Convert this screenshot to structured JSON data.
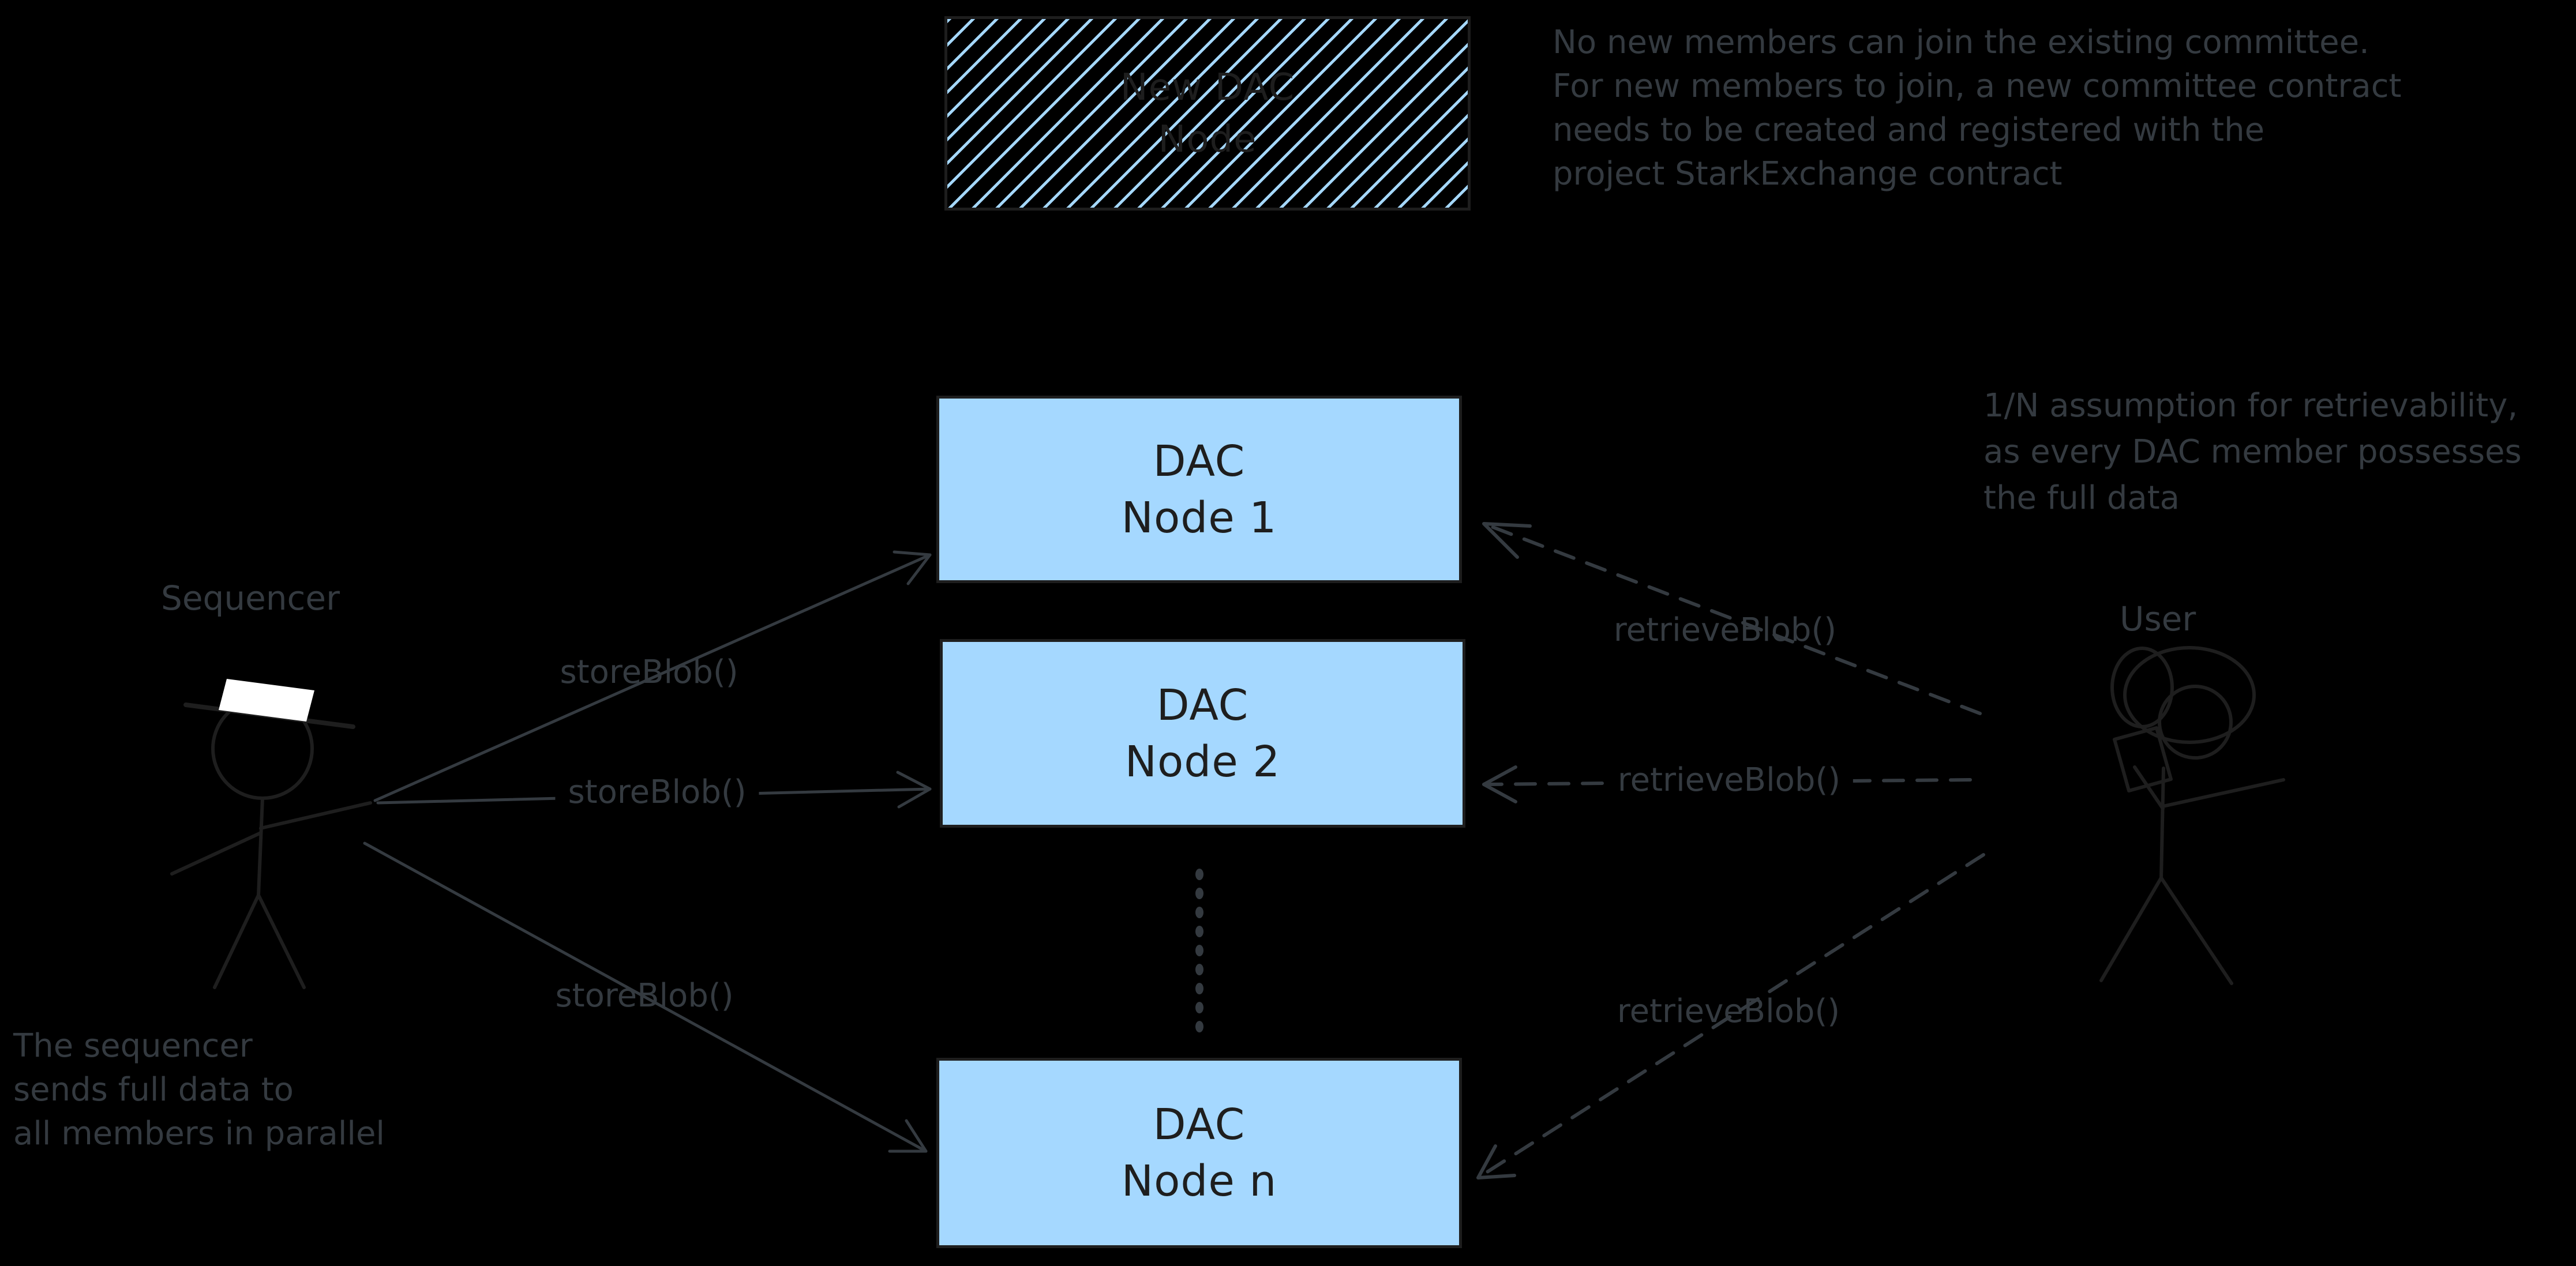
{
  "colors": {
    "background": "#000000",
    "node_fill": "#a5d8ff",
    "node_border": "#1e1e1e",
    "annotation_ink": "#343a40",
    "figure_ink": "#1e1e1e",
    "hat_fill": "#ffffff"
  },
  "boxes": {
    "new_dac_node": {
      "line1": "New DAC",
      "line2": "Node"
    },
    "dac_node_1": {
      "line1": "DAC",
      "line2": "Node 1"
    },
    "dac_node_2": {
      "line1": "DAC",
      "line2": "Node 2"
    },
    "dac_node_n": {
      "line1": "DAC",
      "line2": "Node n"
    }
  },
  "actors": {
    "sequencer": {
      "label": "Sequencer"
    },
    "user": {
      "label": "User"
    }
  },
  "edge_labels": {
    "store_blob": "storeBlob()",
    "retrieve_blob": "retrieveBlob()"
  },
  "notes": {
    "committee": [
      "No new members can join the existing committee.",
      "For new members to join, a new committee contract",
      "needs to be created and registered with the",
      "project StarkExchange contract"
    ],
    "retrievability": [
      "1/N assumption for retrievability,",
      "as every DAC member possesses",
      "the full data"
    ],
    "parallel": [
      "The sequencer",
      "sends full data to",
      "all members in parallel"
    ]
  }
}
